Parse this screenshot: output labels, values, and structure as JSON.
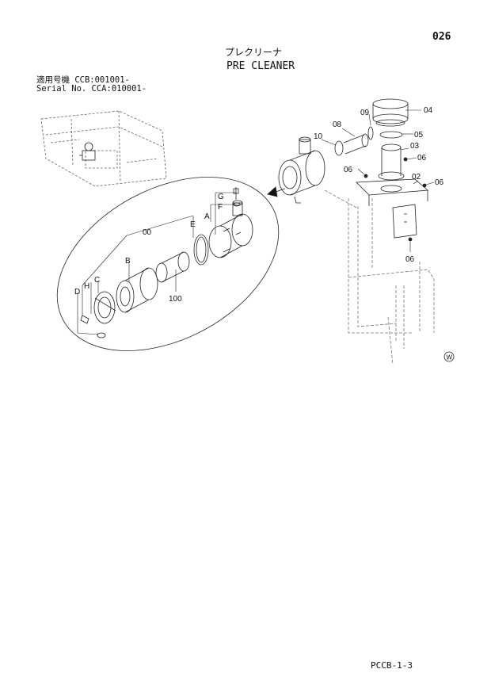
{
  "header": {
    "page_number": "026",
    "title_jp": "プレクリーナ",
    "title_en": "PRE CLEANER",
    "serial_line_1": "適用号機 CCB:001001-",
    "serial_line_2": "Serial No. CCA:010001-"
  },
  "callouts": {
    "p02": "02",
    "p03": "03",
    "p04": "04",
    "p05": "05",
    "p06a": "06",
    "p06b": "06",
    "p06c": "06",
    "p06d": "06",
    "p08": "08",
    "p09": "09",
    "p10": "10",
    "p00": "00",
    "p100": "100",
    "pA": "A",
    "pB": "B",
    "pC": "C",
    "pD": "D",
    "pE": "E",
    "pF": "F",
    "pG": "G",
    "pH": "H"
  },
  "marks": {
    "w_symbol": "W"
  },
  "footer": {
    "code": "PCCB-1-3"
  }
}
